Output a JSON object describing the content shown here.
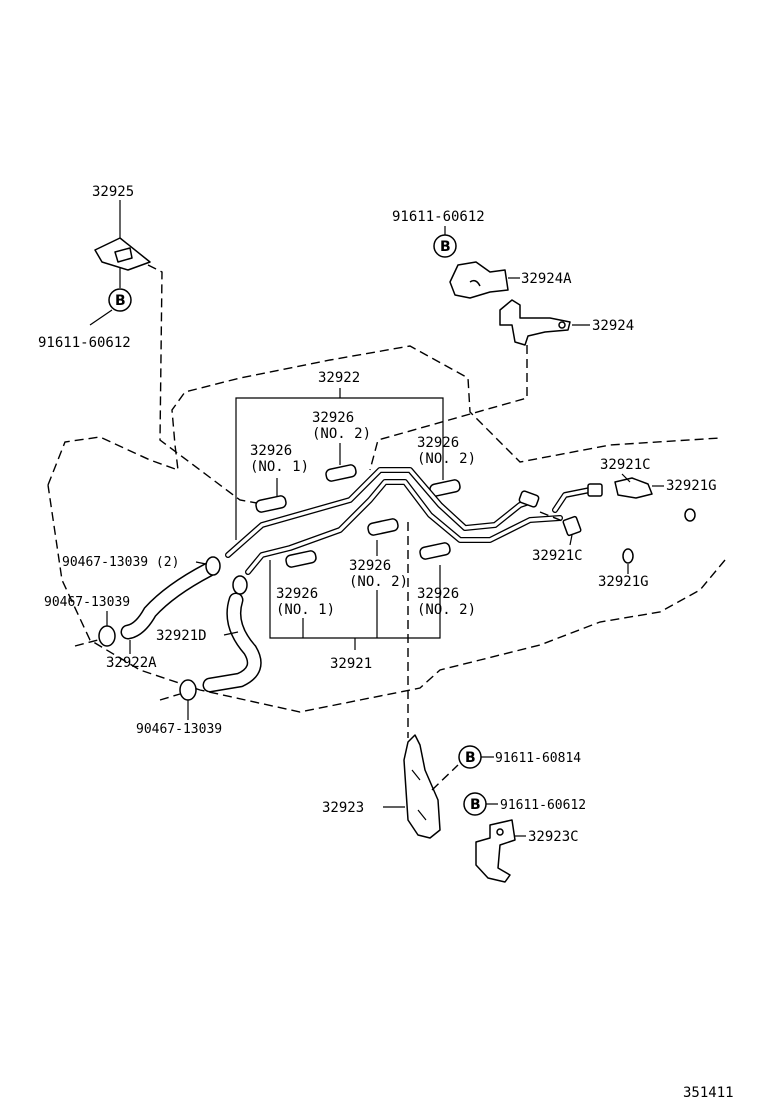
{
  "diagram": {
    "labels": {
      "p32925": "32925",
      "bolt_tl": "91611-60612",
      "bolt_tr": "91611-60612",
      "p32924A": "32924A",
      "p32924": "32924",
      "p32922": "32922",
      "p32926_a": "32926",
      "p32926_a_no": "(NO. 2)",
      "p32926_b": "32926",
      "p32926_b_no": "(NO. 1)",
      "p32926_c": "32926",
      "p32926_c_no": "(NO. 2)",
      "p32921C_top": "32921C",
      "p32921G_top": "32921G",
      "p32921C_mid": "32921C",
      "p32921G_mid": "32921G",
      "clip_2": "90467-13039 (2)",
      "clip_left": "90467-13039",
      "p32921D": "32921D",
      "p32922A": "32922A",
      "clip_bottom": "90467-13039",
      "p32926_d": "32926",
      "p32926_d_no": "(NO. 1)",
      "p32926_e": "32926",
      "p32926_e_no": "(NO. 2)",
      "p32926_f": "32926",
      "p32926_f_no": "(NO. 2)",
      "p32921": "32921",
      "bolt_mid": "91611-60814",
      "bolt_low": "91611-60612",
      "p32923": "32923",
      "p32923C": "32923C",
      "marker": "B",
      "figure_no": "351411"
    }
  }
}
